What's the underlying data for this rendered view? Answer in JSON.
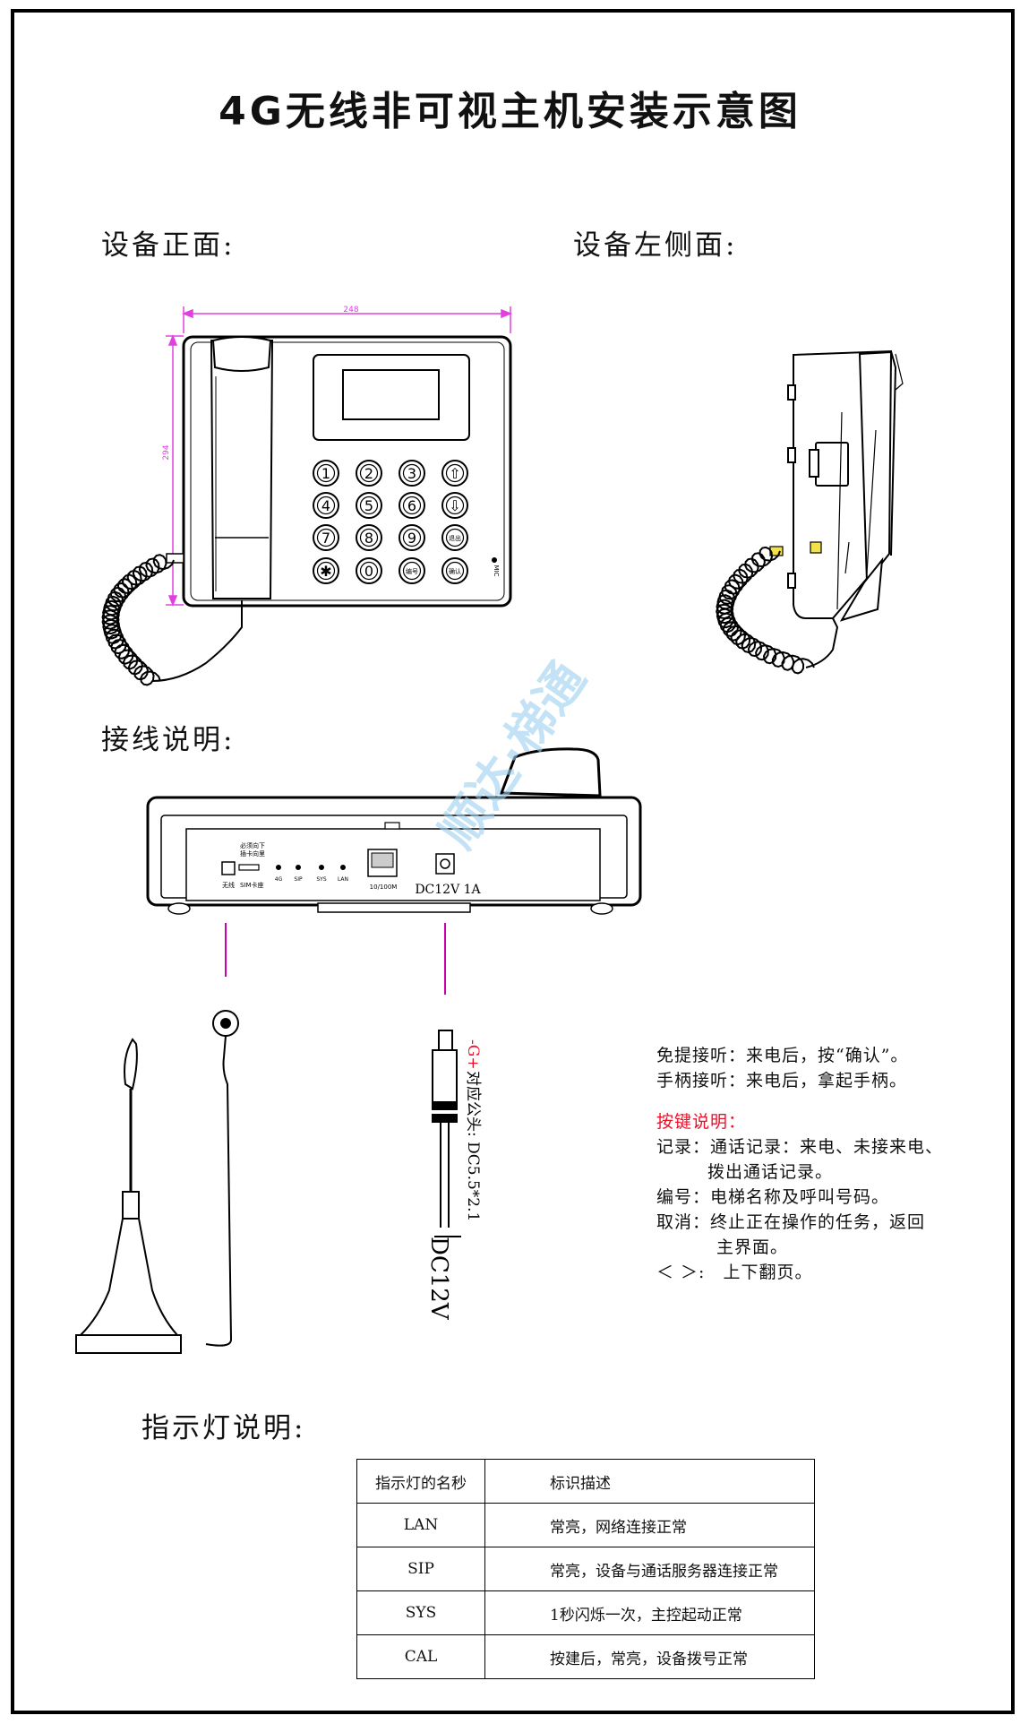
{
  "title": "4G无线非可视主机安装示意图",
  "headings": {
    "front": "设备正面:",
    "left_side": "设备左侧面:",
    "wiring": "接线说明:",
    "indicator": "指示灯说明:"
  },
  "front_view": {
    "width_dim": "248",
    "height_dim": "294",
    "keys": [
      "1",
      "2",
      "3",
      "⇧",
      "4",
      "5",
      "6",
      "⇩",
      "7",
      "8",
      "9",
      "退出",
      "✱",
      "0",
      "编号",
      "确认"
    ],
    "mic_label": "MIC"
  },
  "rear_panel": {
    "sim_note_1": "必须向下",
    "sim_note_2": "插卡向里",
    "antenna_label": "无线",
    "sim_label": "SIM卡座",
    "leds": [
      "4G",
      "SIP",
      "SYS",
      "LAN"
    ],
    "eth_label": "10/100M",
    "power_label": "DC12V 1A"
  },
  "connector": {
    "polarity": "-G+",
    "plug_spec": "对应公头: DC5.5*2.1",
    "voltage": "DC12V"
  },
  "operation": {
    "line1": "免提接听：来电后，按“确认”。",
    "line2": "手柄接听：来电后，拿起手柄。",
    "keys_heading": "按键说明：",
    "line3": "记录：通话记录：来电、未接来电、",
    "line4": "拨出通话记录。",
    "line5": "编号：电梯名称及呼叫号码。",
    "line6": "取消：终止正在操作的任务，返回",
    "line7": "主界面。",
    "line8": "＜ ＞:　上下翻页。"
  },
  "indicator_table": {
    "header": {
      "name": "指示灯的名秒",
      "desc": "标识描述"
    },
    "rows": [
      {
        "name": "LAN",
        "desc": "常亮，网络连接正常"
      },
      {
        "name": "SIP",
        "desc": "常亮，设备与通话服务器连接正常"
      },
      {
        "name": "SYS",
        "desc": "1秒闪烁一次，主控起动正常"
      },
      {
        "name": "CAL",
        "desc": "按建后，常亮，设备拨号正常"
      }
    ]
  },
  "watermark": "顺达·梯通",
  "colors": {
    "dimension": "#e040e0",
    "cable_marker": "#cc00aa",
    "keys_heading": "#e8102a",
    "watermark": "#9ccff0"
  }
}
